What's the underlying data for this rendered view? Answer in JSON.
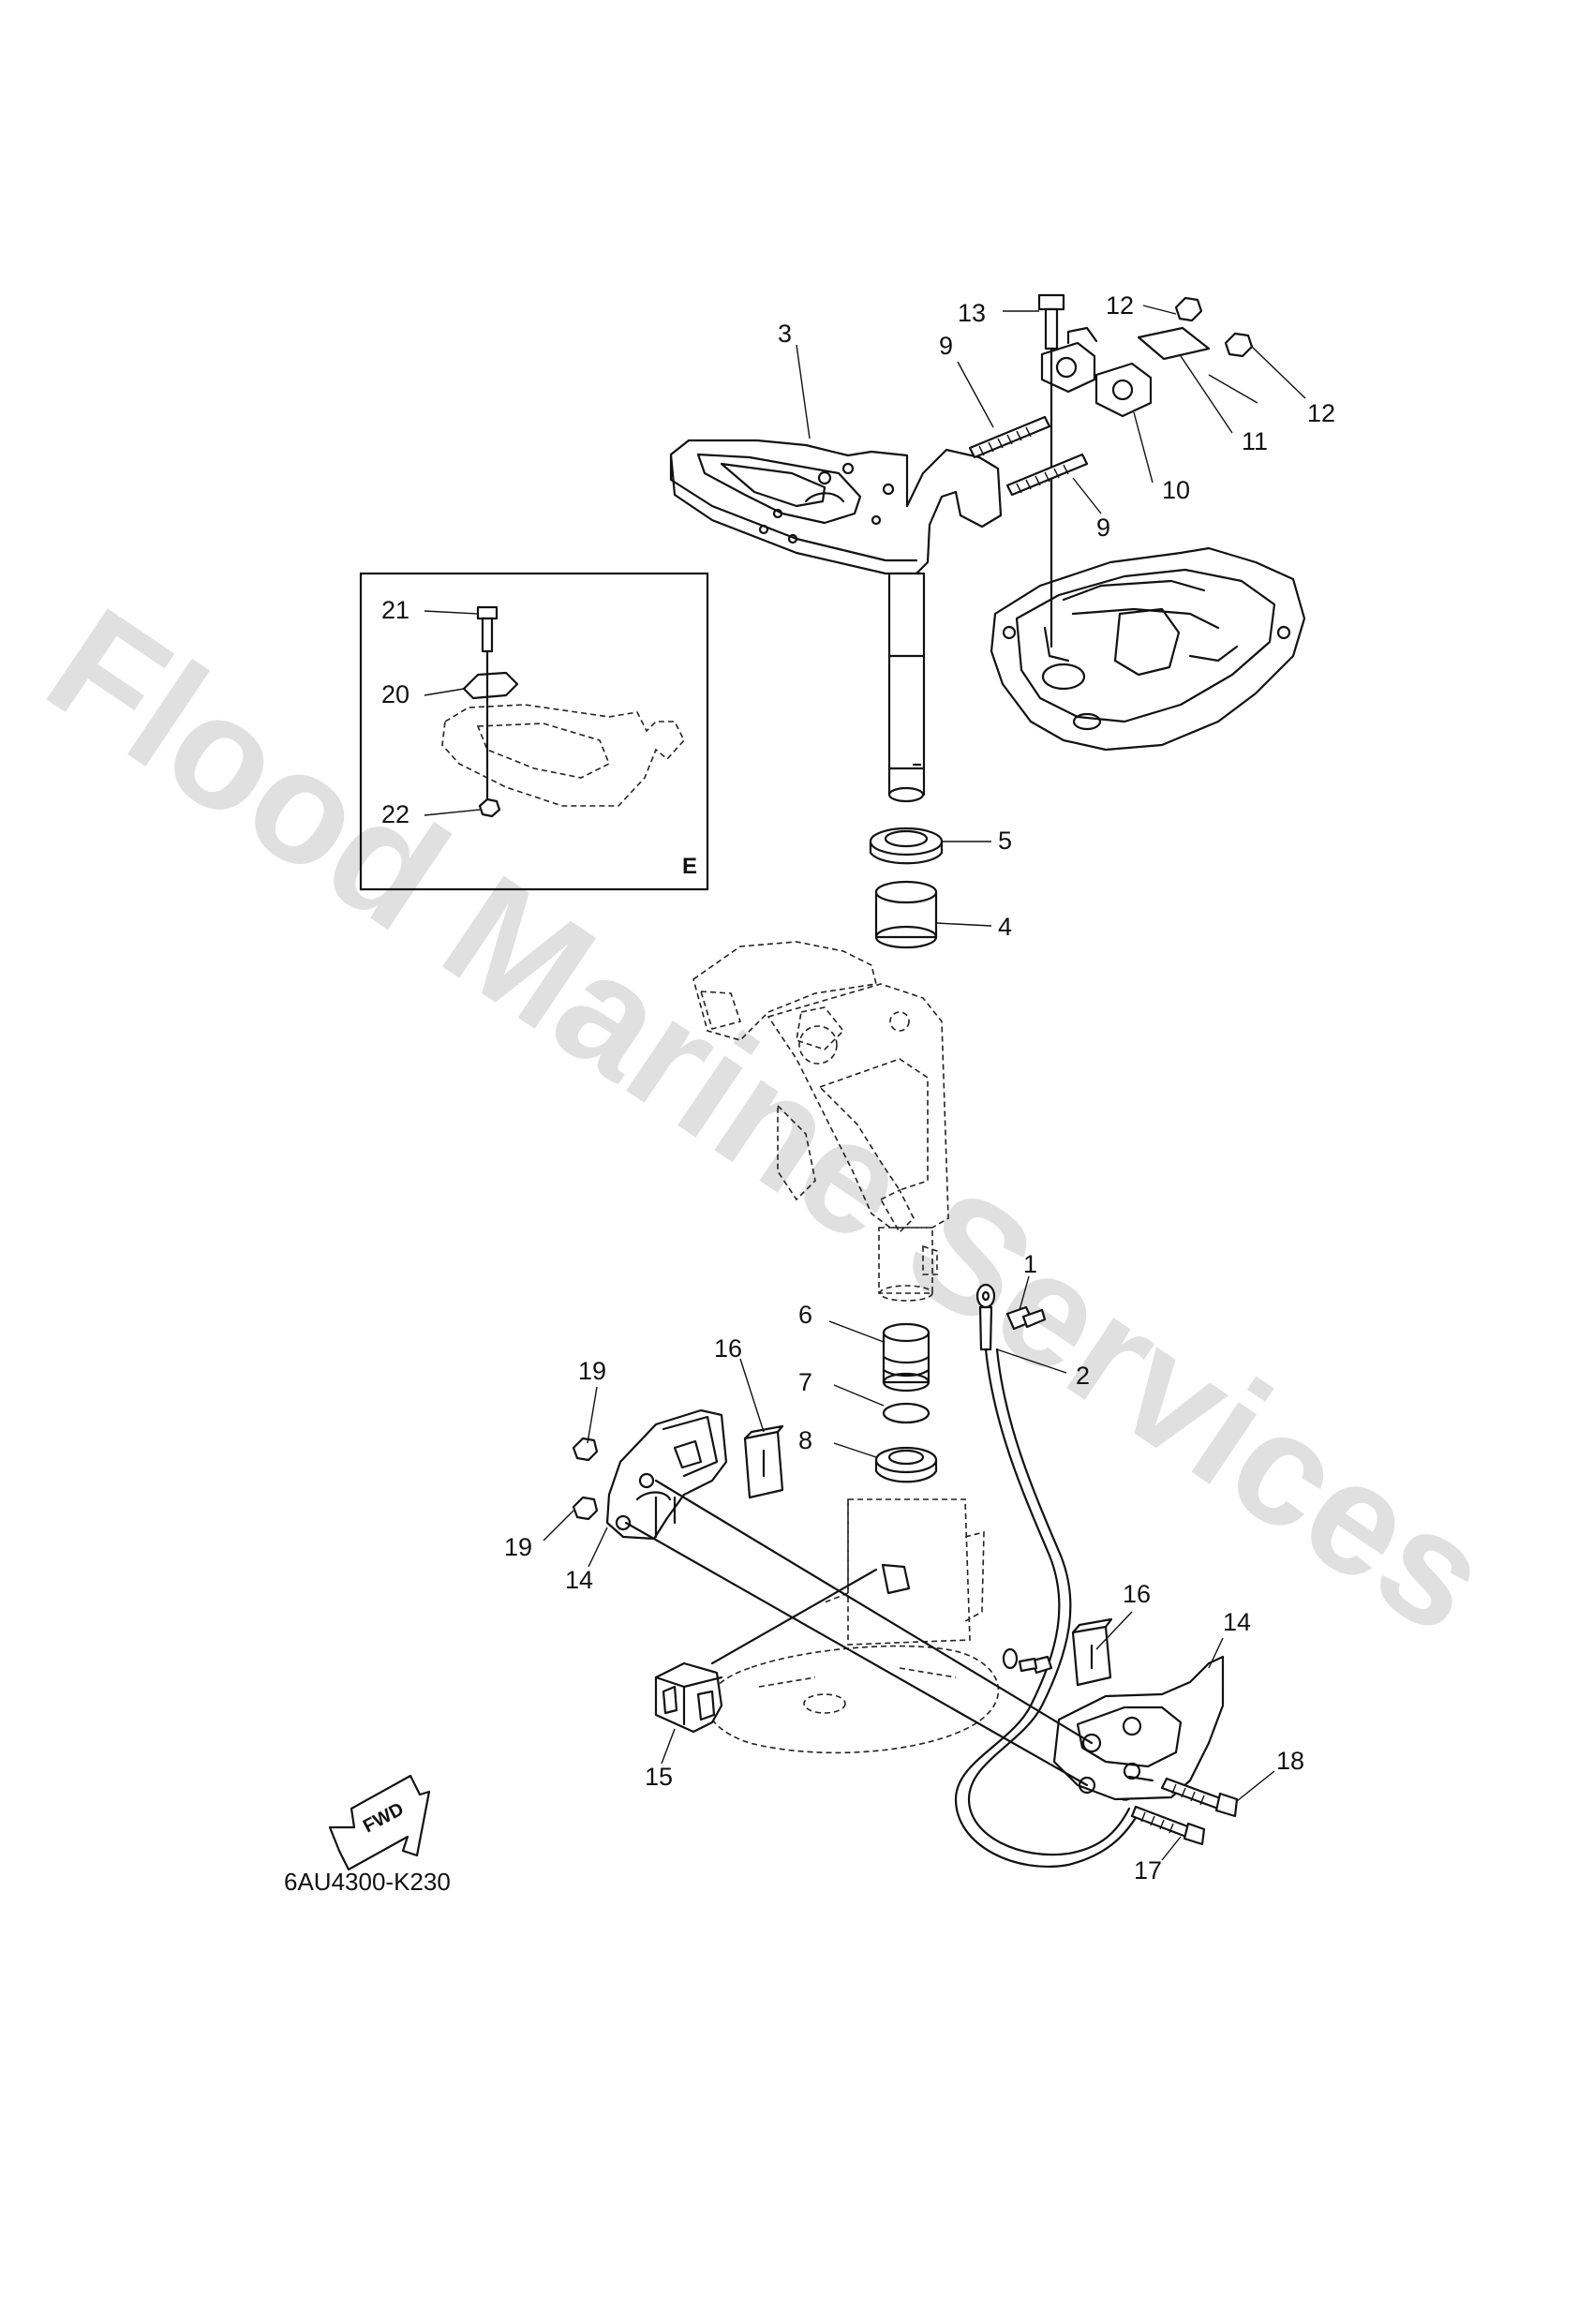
{
  "watermark": "Flood Marine Services",
  "diagram_code": "6AU4300-K230",
  "inset_letter": "E",
  "fwd_label": "FWD",
  "callouts": {
    "c1": "1",
    "c2": "2",
    "c3": "3",
    "c4": "4",
    "c5": "5",
    "c6": "6",
    "c7": "7",
    "c8": "8",
    "c9a": "9",
    "c9b": "9",
    "c10": "10",
    "c11": "11",
    "c12a": "12",
    "c12b": "12",
    "c13": "13",
    "c14a": "14",
    "c14b": "14",
    "c15": "15",
    "c16a": "16",
    "c16b": "16",
    "c17": "17",
    "c18": "18",
    "c19a": "19",
    "c19b": "19",
    "c20": "20",
    "c21": "21",
    "c22": "22"
  }
}
